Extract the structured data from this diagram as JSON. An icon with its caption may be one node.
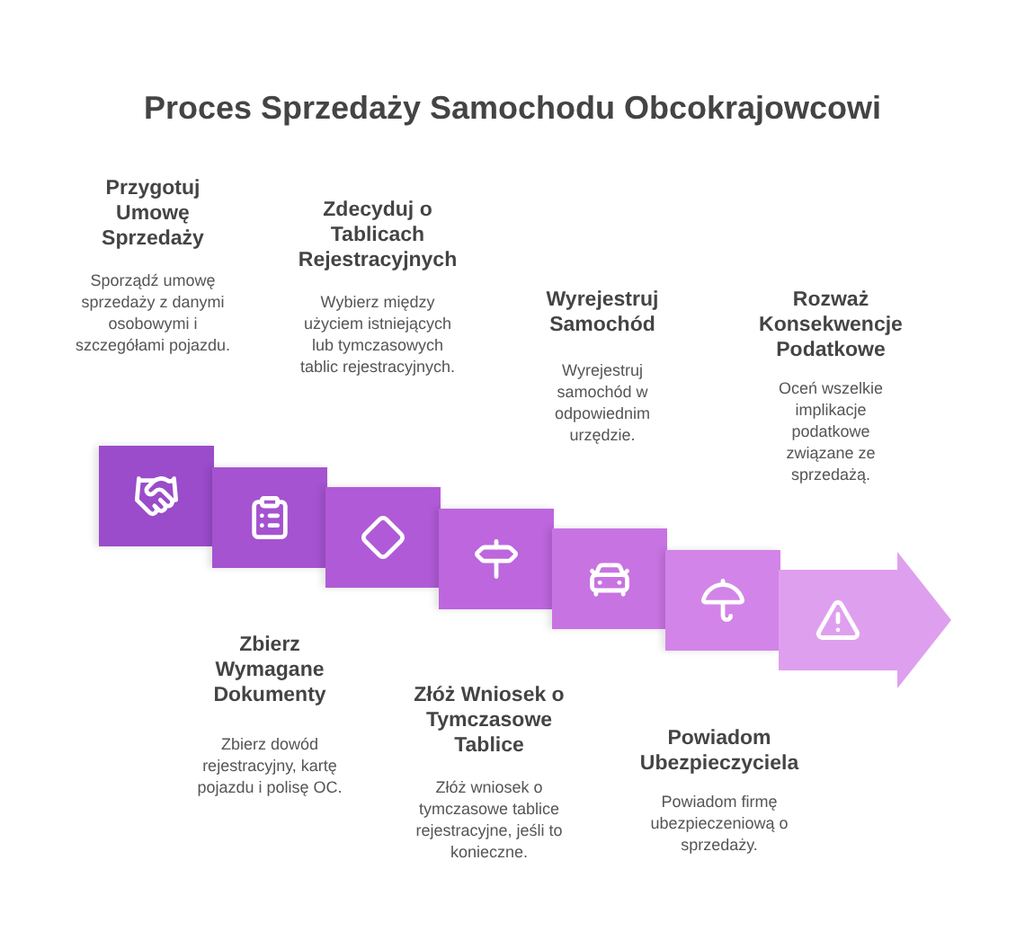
{
  "diagram": {
    "title": "Proces Sprzedaży Samochodu Obcokrajowcowi",
    "nodes": [
      {
        "text": [],
        "shape": "box"
      },
      {
        "text": [],
        "shape": "box"
      },
      {
        "text": [],
        "shape": "box"
      },
      {
        "text": [],
        "shape": "box"
      },
      {
        "text": [],
        "shape": "box"
      },
      {
        "text": [],
        "shape": "box"
      },
      {
        "text": [],
        "shape": "arrow"
      }
    ],
    "labels": [
      "Przygotuj Umowę Sprzedaży",
      "Sporządź umowę sprzedaży z danymi osobowymi i szczegółami pojazdu.",
      "Zbierz Wymagane Dokumenty",
      "Zbierz dowód rejestracyjny, kartę pojazdu i polisę OC.",
      "Zdecyduj o Tablicach Rejestracyjnych",
      "Wybierz między użyciem istniejących lub tymczasowych tablic rejestracyjnych.",
      "Złóż Wniosek o Tymczasowe Tablice",
      "Złóż wniosek o tymczasowe tablice rejestracyjne, jeśli to konieczne.",
      "Wyrejestruj Samochód",
      "Wyrejestruj samochód w odpowiednim urzędzie.",
      "Powiadom Ubezpieczyciela",
      "Powiadom firmę ubezpieczeniową o sprzedaży.",
      "Rozważ Konsekwencje Podatkowe",
      "Oceń wszelkie implikacje podatkowe związane ze sprzedażą."
    ]
  }
}
